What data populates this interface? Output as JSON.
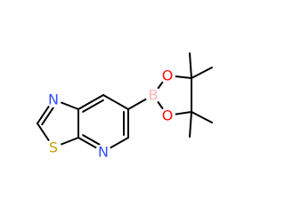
{
  "atoms": {
    "n_thiazole": "N",
    "s_thiazole": "S",
    "n_pyridine": "N",
    "boron": "B",
    "o_top": "O",
    "o_bottom": "O"
  },
  "colors": {
    "nitrogen": "#3050F8",
    "sulfur": "#C6A100",
    "oxygen": "#FF0D0D",
    "boron": "#FFB5B5",
    "bond": "#000000"
  }
}
